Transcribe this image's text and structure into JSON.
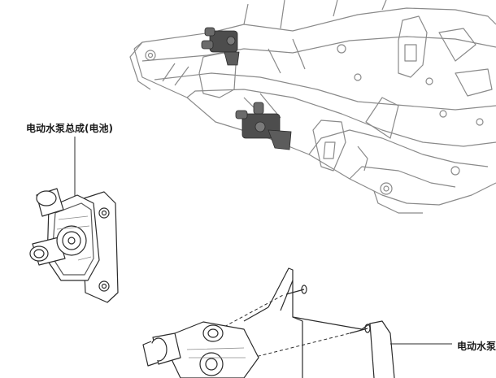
{
  "labels": {
    "pump_assembly_battery": "电动水泵总成(电池)",
    "pump_assembly_right": "电动水泵"
  },
  "colors": {
    "line": "#2b2b2b",
    "light_line": "#8a8a8a",
    "frame_fill": "#ffffff",
    "part_dark": "#4d4d4d"
  },
  "icons": {
    "subframe": "subframe-illustration",
    "pump": "water-pump-illustration",
    "bracket": "mounting-bracket-illustration"
  }
}
